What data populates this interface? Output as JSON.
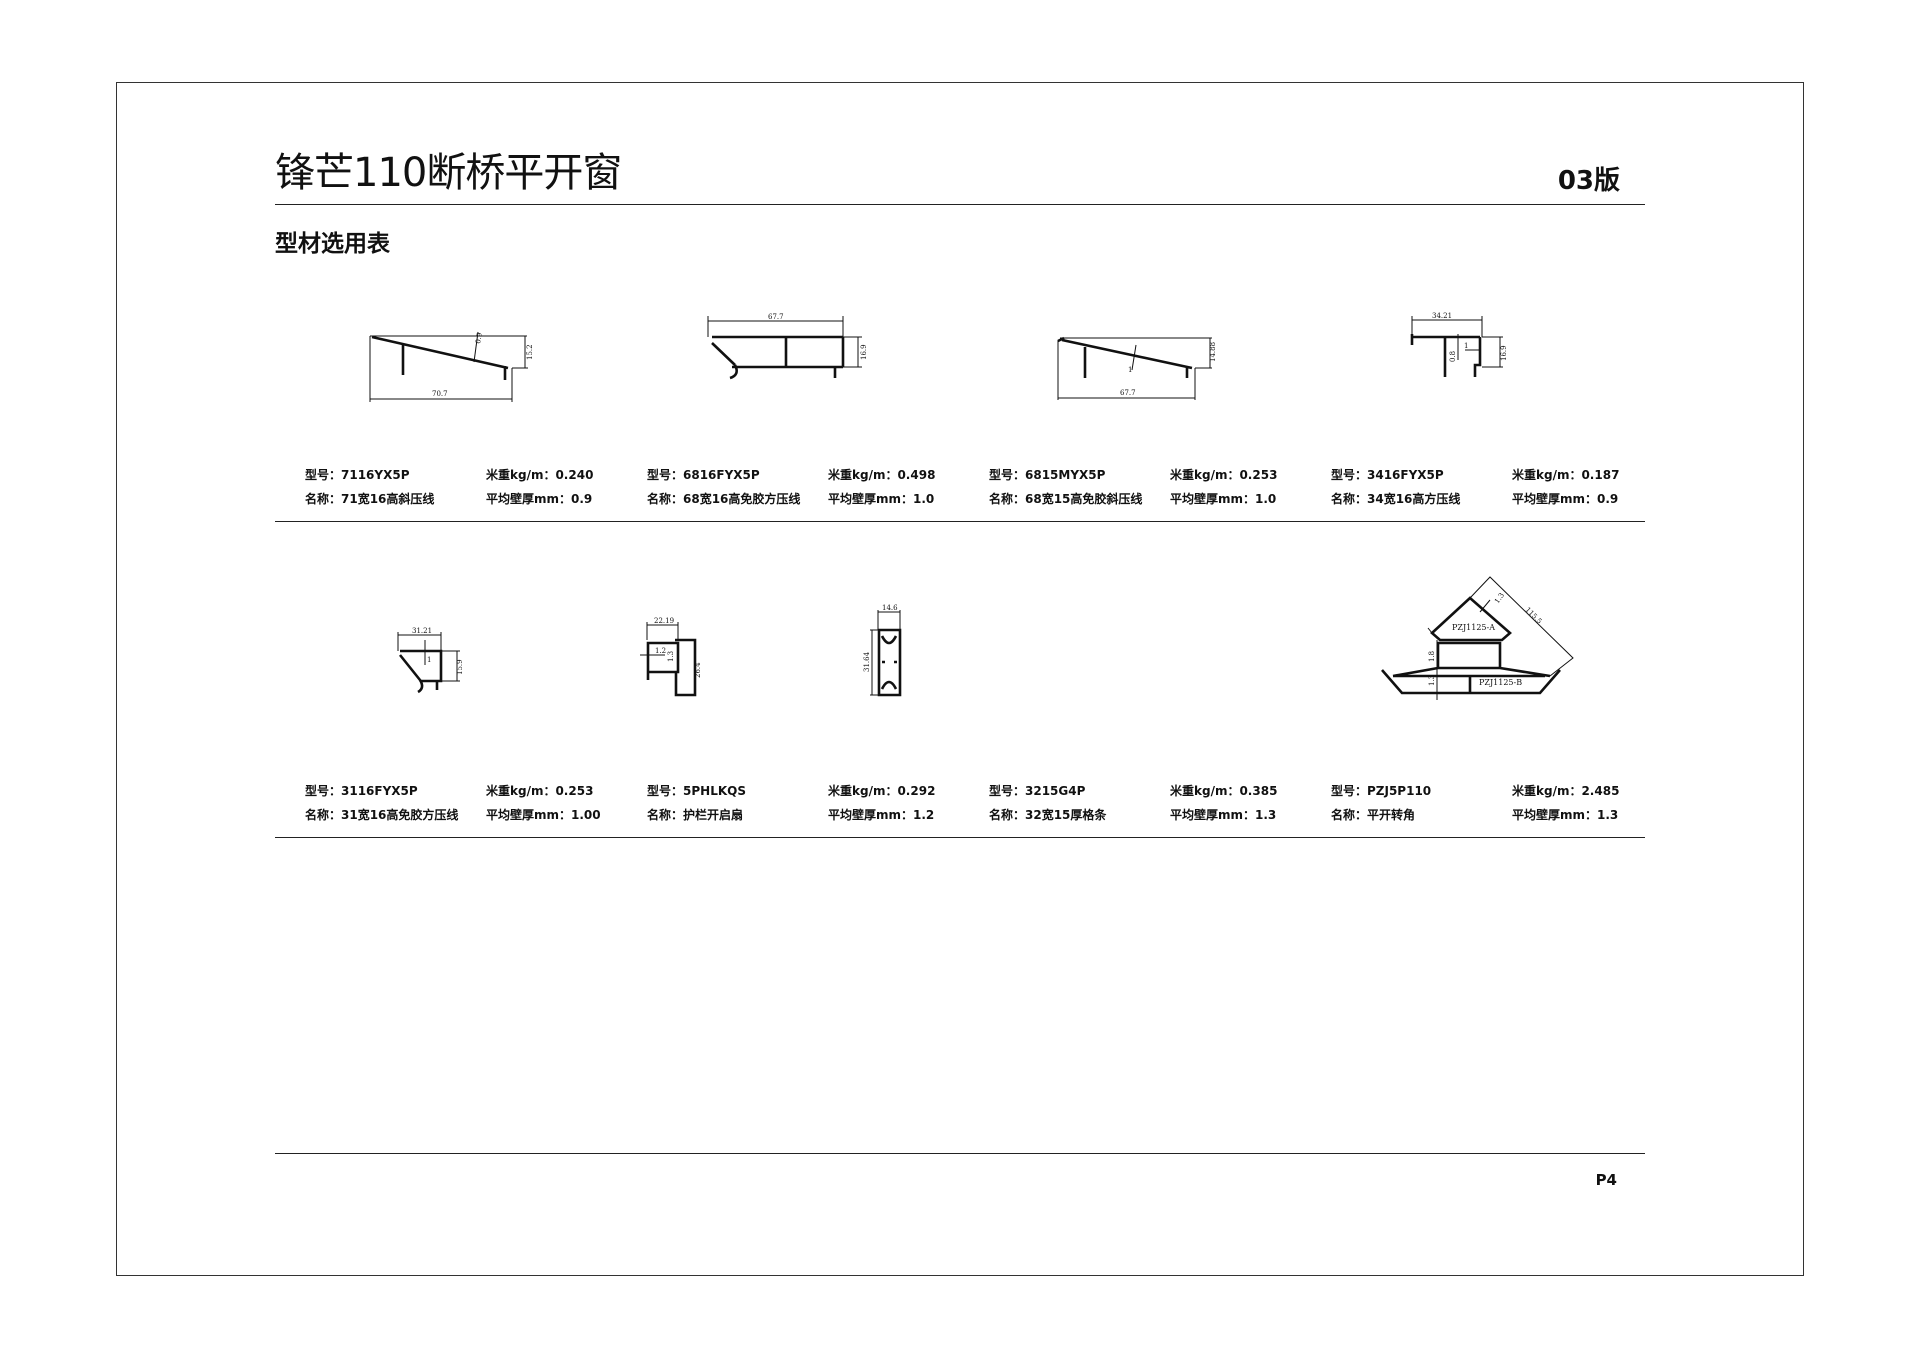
{
  "header": {
    "title": "锋芒110断桥平开窗",
    "version": "03版",
    "subtitle": "型材选用表"
  },
  "profiles": [
    {
      "model": "型号：7116YX5P",
      "weight": "米重kg/m：0.240",
      "name": "名称：71宽16高斜压线",
      "thickness": "平均壁厚mm：0.9",
      "dims": [
        "70.7",
        "15.2",
        "0.9"
      ]
    },
    {
      "model": "型号：6816FYX5P",
      "weight": "米重kg/m：0.498",
      "name": "名称：68宽16高免胶方压线",
      "thickness": "平均壁厚mm：1.0",
      "dims": [
        "67.7",
        "16.9"
      ]
    },
    {
      "model": "型号：6815MYX5P",
      "weight": "米重kg/m：0.253",
      "name": "名称：68宽15高免胶斜压线",
      "thickness": "平均壁厚mm：1.0",
      "dims": [
        "67.7",
        "14.88",
        "1"
      ]
    },
    {
      "model": "型号：3416FYX5P",
      "weight": "米重kg/m：0.187",
      "name": "名称：34宽16高方压线",
      "thickness": "平均壁厚mm：0.9",
      "dims": [
        "34.21",
        "16.9",
        "0.8",
        "1"
      ]
    },
    {
      "model": "型号：3116FYX5P",
      "weight": "米重kg/m：0.253",
      "name": "名称：31宽16高免胶方压线",
      "thickness": "平均壁厚mm：1.00",
      "dims": [
        "31.21",
        "15.9",
        "1"
      ]
    },
    {
      "model": "型号：5PHLKQS",
      "weight": "米重kg/m：0.292",
      "name": "名称：护栏开启扇",
      "thickness": "平均壁厚mm：1.2",
      "dims": [
        "22.19",
        "26.4",
        "1.2",
        "1.3"
      ]
    },
    {
      "model": "型号：3215G4P",
      "weight": "米重kg/m：0.385",
      "name": "名称：32宽15厚格条",
      "thickness": "平均壁厚mm：1.3",
      "dims": [
        "14.6",
        "31.64"
      ]
    },
    {
      "model": "型号：PZJ5P110",
      "weight": "米重kg/m：2.485",
      "name": "名称：平开转角",
      "thickness": "平均壁厚mm：1.3",
      "dims": [
        "115.5",
        "1.3",
        "1.8",
        "1.3"
      ],
      "parts": [
        "PZJ1125-A",
        "PZJ1125-B"
      ]
    }
  ],
  "footer": {
    "page": "P4"
  }
}
